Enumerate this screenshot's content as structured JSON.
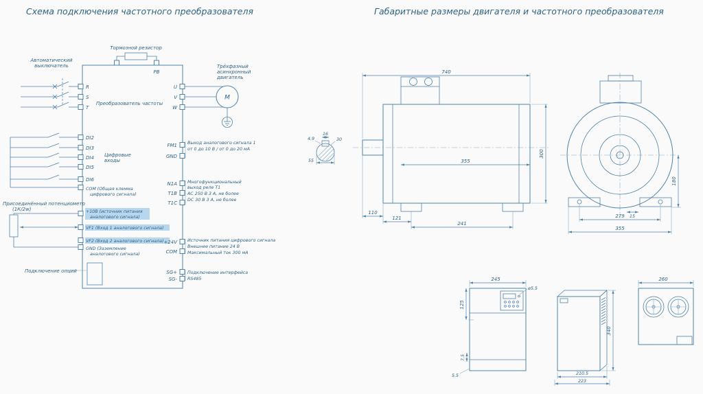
{
  "page": {
    "left_title": "Схема подключения частотного преобразователя",
    "right_title": "Габаритные размеры двигателя и частотного преобразователя"
  },
  "colors": {
    "line": "#4f81ad",
    "text": "#2e6287",
    "highlight": "#b9d7ec",
    "background": "#fafafa"
  },
  "schematic": {
    "converter_label": "Преобразователь частоты",
    "breaker_l1": "Автоматический",
    "breaker_l2": "выключатель",
    "brake_resistor": "Тормозной резистор",
    "motor_l1": "Трёхфазный",
    "motor_l2": "асинхронный",
    "motor_l3": "двигатель",
    "motor_symbol": "М",
    "term_r": "R",
    "term_s": "S",
    "term_t": "T",
    "term_pb": "PB",
    "term_u": "U",
    "term_v": "V",
    "term_w": "W",
    "di2": "DI2",
    "di3": "DI3",
    "di4": "DI4",
    "di5": "DI5",
    "di6": "DI6",
    "digital_l1": "Цифровые",
    "digital_l2": "входы",
    "com_l1": "COM (Общая клемма",
    "com_l2": "цифрового сигнала)",
    "pot_l1": "Присоединённый потенциометр",
    "pot_l2": "(1К/2w)",
    "p10_l1": "+10В (источник питания",
    "p10_l2": "аналогового сигнала)",
    "vf1": "VF1 (Вход 1 аналогового сигнала)",
    "vf2": "VF2 (Вход 2 аналогового сигнала)",
    "gnd_l1": "GND (Заземление",
    "gnd_l2": "аналогового сигнала)",
    "options": "Подключение опций",
    "fm1": "FM1",
    "gnd_out": "GND",
    "ao_l1": "Выход аналогового сигнала 1",
    "ao_l2": "от 0 до 10 В / от 0 до 20 мА",
    "n1a": "N1A",
    "t1b": "T1B",
    "t1c": "T1C",
    "relay_l1": "Многофункциональный",
    "relay_l2": "выход реле Т1",
    "relay_l3": "AC 250 В 3 А, не более",
    "relay_l4": "DC 30 В 3 А, не более",
    "v24": "+24V",
    "com_out": "COM",
    "pwr_l1": "Источник питания цифрового сигнала",
    "pwr_l2": "Внешнее питание 24 В",
    "pwr_l3": "Максимальный ток 300 мА",
    "sgp": "SG+",
    "sgm": "SG-",
    "rs_l1": "Подключение интерфейса",
    "rs_l2": "RS485"
  },
  "dimensions": {
    "motor_side": {
      "total": "740",
      "body": "355",
      "shaft": "110",
      "d121": "121",
      "feet": "241",
      "height": "300"
    },
    "shaft_detail": {
      "depth": "4.9",
      "key": "16",
      "d30": "30",
      "dia": "55"
    },
    "motor_front": {
      "axis": "180",
      "d15": "15",
      "holes": "279",
      "width": "355"
    },
    "conv_front": {
      "width": "245",
      "hole": "ø5.5",
      "d125": "125",
      "d75": "7.5",
      "d55": "5.5"
    },
    "conv_side": {
      "height": "340",
      "d2105": "210.5",
      "depth": "223"
    },
    "conv_rear": {
      "width": "260"
    }
  }
}
